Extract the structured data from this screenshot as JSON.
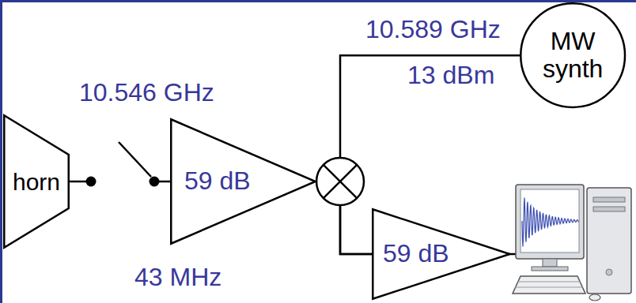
{
  "diagram": {
    "nodes": [
      {
        "text": [
          "horn"
        ]
      },
      {
        "text": [
          "59 dB"
        ]
      },
      {
        "text": [
          "MW synth"
        ]
      },
      {
        "text": [
          "59 dB"
        ]
      }
    ],
    "edges": [
      {
        "from": 0,
        "to": 1,
        "arrow": "none"
      },
      {
        "from": 1,
        "to": 3,
        "arrow": "none"
      },
      {
        "from": 2,
        "to": 3,
        "arrow": "none"
      }
    ],
    "labels": [
      "10.546 GHz",
      "10.589 GHz",
      "13 dBm",
      "43 MHz"
    ]
  }
}
